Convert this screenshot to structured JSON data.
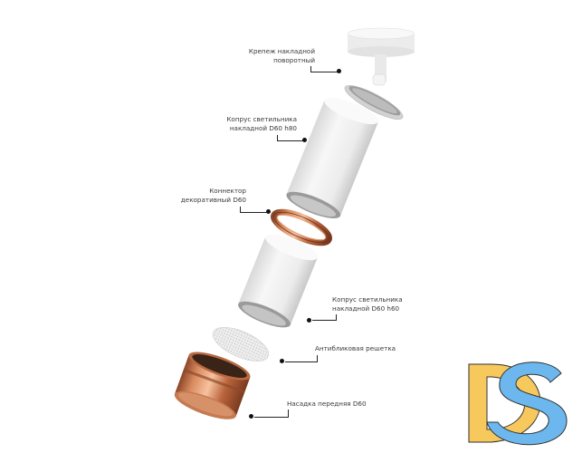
{
  "diagram": {
    "type": "exploded-view",
    "subject": "Surface-mounted rotating spotlight assembly",
    "colors": {
      "body_white": "#f2f2f2",
      "body_shade": "#cfcfcf",
      "copper": "#c8734a",
      "copper_light": "#f0b08a",
      "leader": "#222222",
      "logo_yellow": "#f7c95c",
      "logo_blue": "#6cb7ee"
    },
    "callouts": [
      {
        "id": "mount",
        "text": "Крепеж накладной\nповоротный"
      },
      {
        "id": "body-h80",
        "text": "Копрус светильника\nнакладной D60 h80"
      },
      {
        "id": "connector",
        "text": "Коннектор\nдекоративный D60"
      },
      {
        "id": "body-h60",
        "text": "Копрус светильника\nнакладной D60 h60"
      },
      {
        "id": "grille",
        "text": "Антибликовая решетка"
      },
      {
        "id": "front-nozzle",
        "text": "Насадка передняя D60"
      }
    ],
    "logo": {
      "text": "DS"
    }
  }
}
